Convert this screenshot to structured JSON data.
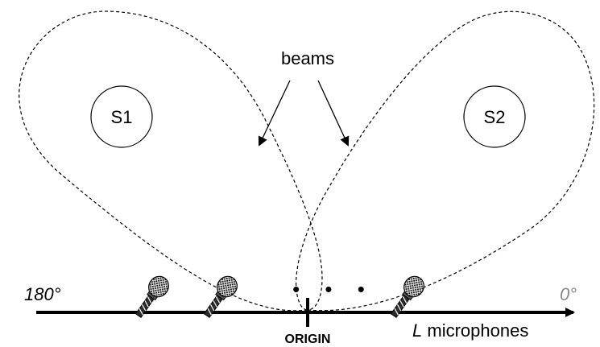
{
  "labels": {
    "source1": "S1",
    "source2": "S2",
    "beams": "beams",
    "angle_left": "180°",
    "angle_right": "0°",
    "origin": "ORIGIN",
    "mic_count_italic": "L",
    "mic_count_text": " microphones",
    "ellipsis": "• • •"
  },
  "icons": [
    "microphone-icon",
    "microphone-icon",
    "microphone-icon"
  ]
}
